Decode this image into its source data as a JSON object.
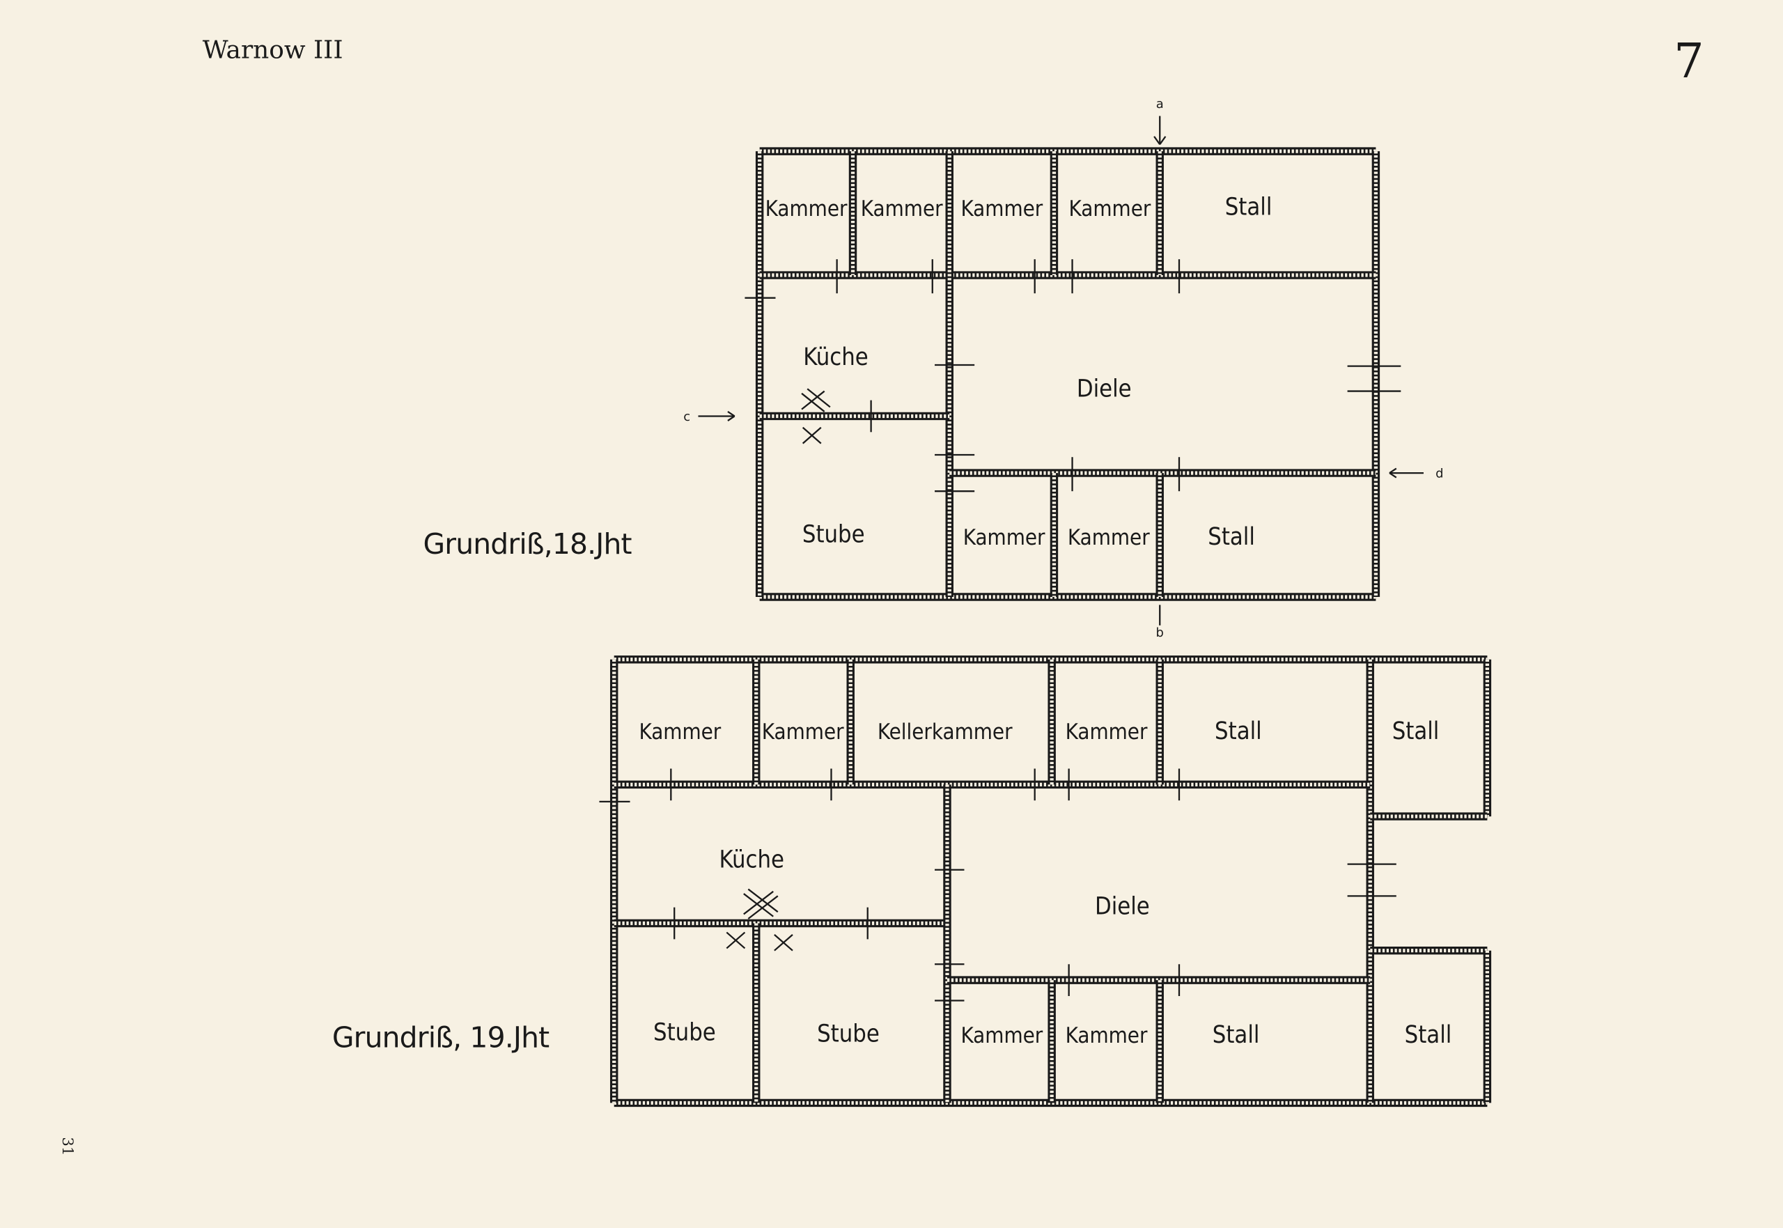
{
  "header": {
    "title": "Warnow III",
    "page_number": "7"
  },
  "footer": {
    "folio": "31"
  },
  "plan1": {
    "title": "Grundriß,18.Jht",
    "rooms": [
      "Kammer",
      "Kammer",
      "Kammer",
      "Kammer",
      "Stall",
      "Küche",
      "Diele",
      "Stube",
      "Kammer",
      "Kammer",
      "Stall"
    ],
    "section_marks": [
      "a",
      "b",
      "c",
      "d"
    ]
  },
  "plan2": {
    "title": "Grundriß, 19.Jht",
    "rooms": [
      "Kammer",
      "Kammer",
      "Kellerkammer",
      "Kammer",
      "Stall",
      "Stall",
      "Küche",
      "Diele",
      "Stube",
      "Stube",
      "Kammer",
      "Kammer",
      "Stall",
      "Stall"
    ]
  },
  "colors": {
    "paper": "#f7f1e3",
    "ink": "#1a1a1a"
  }
}
